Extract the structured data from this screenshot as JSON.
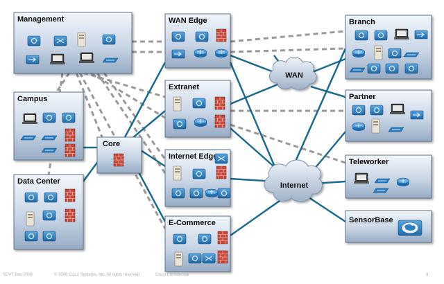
{
  "blocks": {
    "management": "Management",
    "campus": "Campus",
    "data_center": "Data Center",
    "core": "Core",
    "wan_edge": "WAN Edge",
    "extranet": "Extranet",
    "internet_edge": "Internet Edge",
    "ecommerce": "E-Commerce",
    "branch": "Branch",
    "partner": "Partner",
    "teleworker": "Teleworker",
    "sensorbase": "SensorBase"
  },
  "clouds": {
    "wan": "WAN",
    "internet": "Internet"
  },
  "footer": {
    "session": "SEVT Dec 2006",
    "copyright": "© 2006 Cisco Systems, Inc. All rights reserved.",
    "confidential": "Cisco Confidential",
    "page": "9"
  },
  "colors": {
    "panel_top": "#eef3f9",
    "panel_bottom": "#9aaec6",
    "solid_link": "#1d6b8c",
    "dashed_link": "#9a9a9a",
    "icon_blue": "#2a7fc4"
  }
}
